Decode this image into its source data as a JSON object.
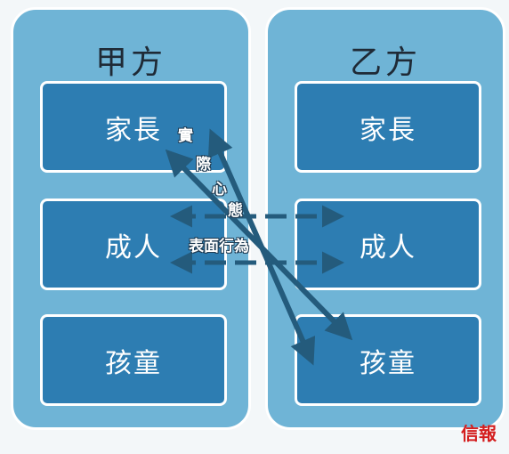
{
  "left_panel": {
    "title": "甲方",
    "boxes": [
      "家長",
      "成人",
      "孩童"
    ]
  },
  "right_panel": {
    "title": "乙方",
    "boxes": [
      "家長",
      "成人",
      "孩童"
    ]
  },
  "labels": {
    "actual_1": "實",
    "actual_2": "際",
    "actual_3": "心",
    "actual_4": "態",
    "surface": "表面行為"
  },
  "logo_text": "信報",
  "colors": {
    "panel": "#6fb4d6",
    "box": "#2d7db2",
    "arrow": "#245b7c",
    "logo": "#d41f1f"
  }
}
